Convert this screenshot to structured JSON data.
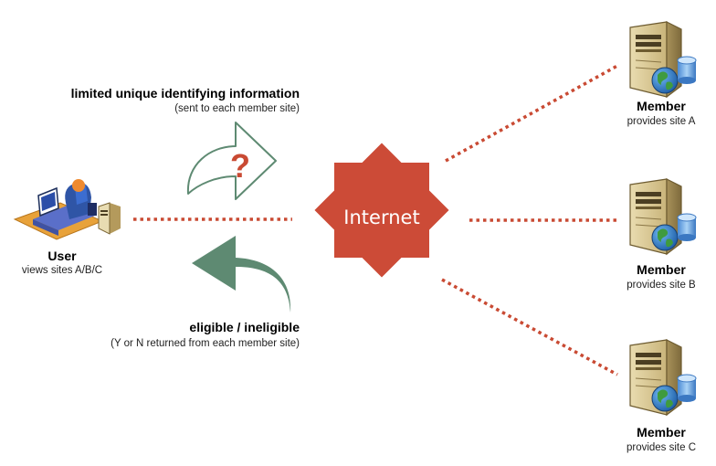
{
  "hub": {
    "label": "Internet"
  },
  "user": {
    "title": "User",
    "subtitle": "views sites A/B/C"
  },
  "request": {
    "title": "limited unique identifying information",
    "subtitle": "(sent to each member site)",
    "glyph": "?"
  },
  "response": {
    "title": "eligible / ineligible",
    "subtitle": "(Y or N returned from each member site)"
  },
  "members": [
    {
      "title": "Member",
      "subtitle": "provides site A"
    },
    {
      "title": "Member",
      "subtitle": "provides site B"
    },
    {
      "title": "Member",
      "subtitle": "provides site C"
    }
  ],
  "colors": {
    "hub": "#cc4b37",
    "connector": "#c94a33",
    "request_arrow_stroke": "#5e8a72",
    "response_arrow": "#5e8a72",
    "question_mark": "#c94a33"
  },
  "icons": {
    "user": "user-workstation-icon",
    "member": "server-globe-icon"
  }
}
